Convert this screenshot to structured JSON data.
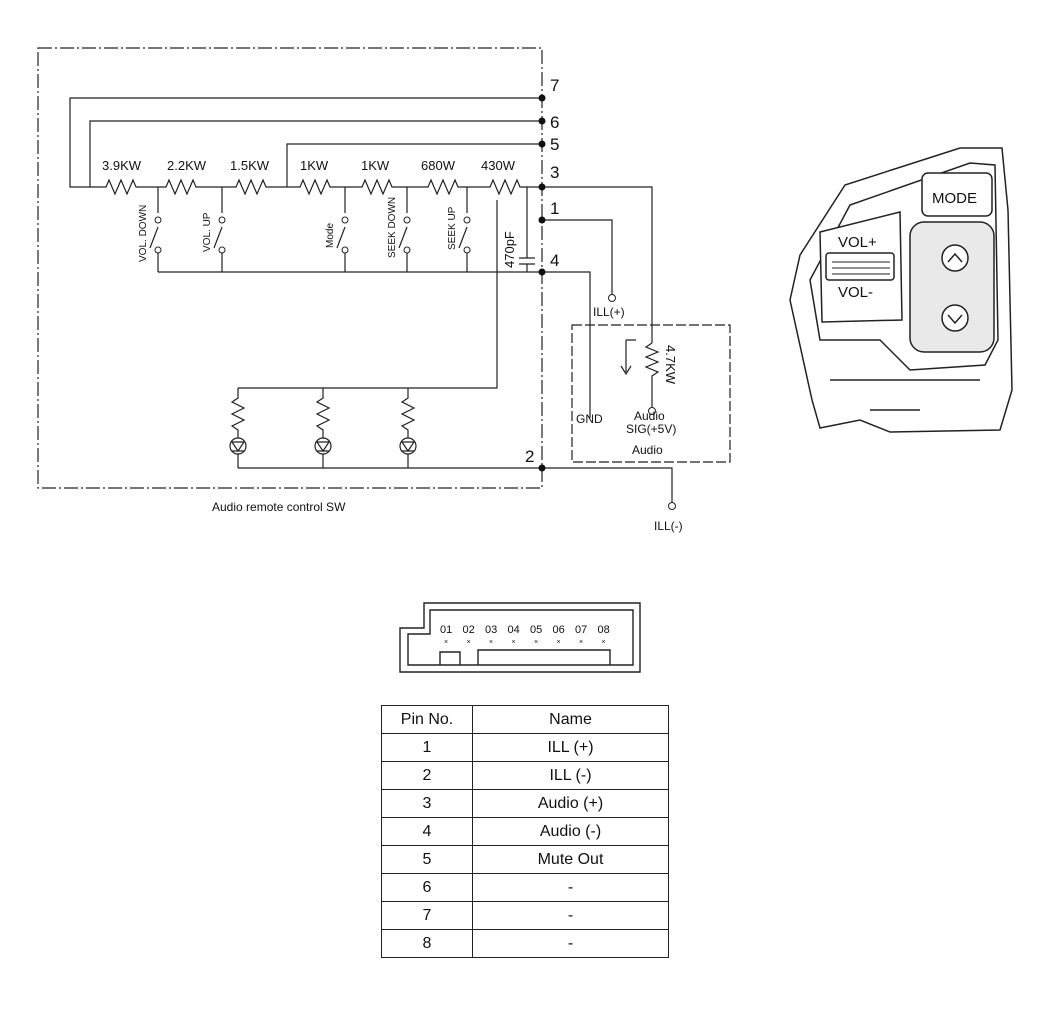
{
  "circuit": {
    "terminals": [
      "7",
      "6",
      "5",
      "3",
      "1",
      "4",
      "2"
    ],
    "resistors": [
      "3.9KW",
      "2.2KW",
      "1.5KW",
      "1KW",
      "1KW",
      "680W",
      "430W"
    ],
    "switches": [
      "VOL. DOWN",
      "VOL. UP",
      "Mode",
      "SEEK DOWN",
      "SEEK UP"
    ],
    "capacitor": "470pF",
    "box_label": "Audio remote control SW"
  },
  "audio_unit": {
    "ill_plus": "ILL(+)",
    "resistor": "4.7KW",
    "gnd": "GND",
    "signal": "Audio SIG(+5V)",
    "label": "Audio",
    "ill_minus": "ILL(-)"
  },
  "switch_unit": {
    "mode": "MODE",
    "vol_up": "VOL+",
    "vol_down": "VOL-"
  },
  "connector": {
    "pins": [
      "01",
      "02",
      "03",
      "04",
      "05",
      "06",
      "07",
      "08"
    ]
  },
  "pin_table": {
    "headers": [
      "Pin No.",
      "Name"
    ],
    "rows": [
      [
        "1",
        "ILL (+)"
      ],
      [
        "2",
        "ILL (-)"
      ],
      [
        "3",
        "Audio (+)"
      ],
      [
        "4",
        "Audio (-)"
      ],
      [
        "5",
        "Mute Out"
      ],
      [
        "6",
        "-"
      ],
      [
        "7",
        "-"
      ],
      [
        "8",
        "-"
      ]
    ]
  }
}
